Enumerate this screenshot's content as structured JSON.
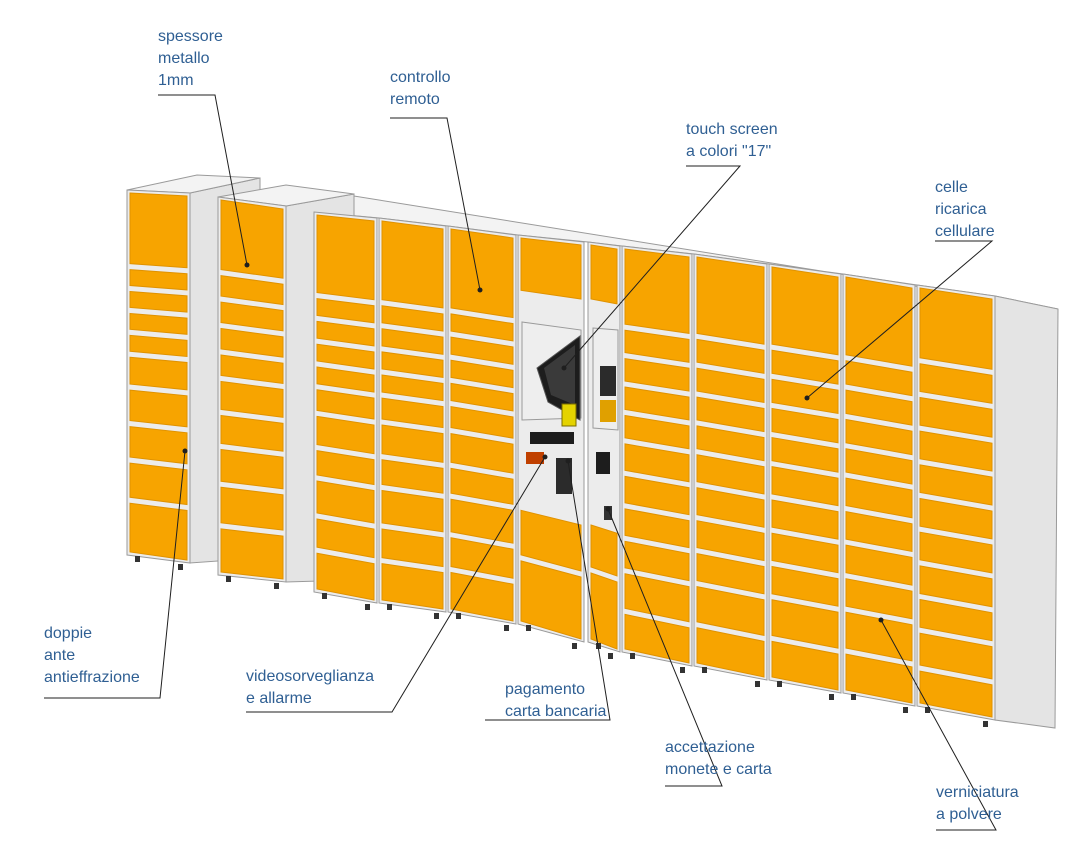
{
  "colors": {
    "door": "#f7a400",
    "door_shade": "#e09200",
    "frame": "#ececec",
    "frame_line": "#9a9a9a",
    "cabinet_top": "#f3f3f3",
    "cabinet_side": "#e4e4e4",
    "leader_line": "#1f1f1f",
    "label_text": "#2f5f93"
  },
  "callouts": [
    {
      "id": "spessore-metallo",
      "lines": [
        "spessore",
        "metallo",
        "1mm"
      ]
    },
    {
      "id": "controllo-remoto",
      "lines": [
        "controllo",
        "remoto"
      ]
    },
    {
      "id": "touch-screen",
      "lines": [
        "touch screen",
        "a colori \"17\""
      ]
    },
    {
      "id": "celle-ricarica",
      "lines": [
        "celle",
        "ricarica",
        "cellulare"
      ]
    },
    {
      "id": "doppie-ante",
      "lines": [
        "doppie",
        "ante",
        "antieffrazione"
      ]
    },
    {
      "id": "videosorveglianza",
      "lines": [
        "videosorveglianza",
        "e allarme"
      ]
    },
    {
      "id": "pagamento-carta",
      "lines": [
        "pagamento",
        "carta bancaria"
      ]
    },
    {
      "id": "accettazione-monete",
      "lines": [
        "accettazione",
        "monete e carta"
      ]
    },
    {
      "id": "verniciatura",
      "lines": [
        "verniciatura",
        "a polvere"
      ]
    }
  ]
}
